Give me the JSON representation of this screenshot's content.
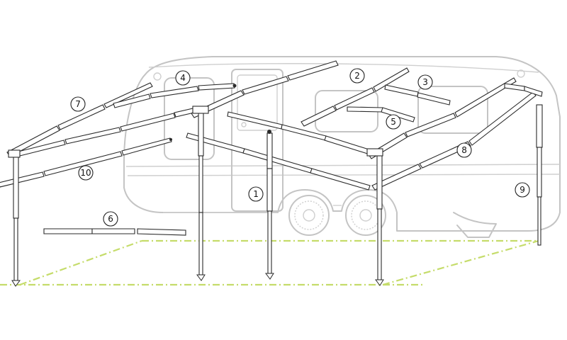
{
  "diagram": {
    "colors": {
      "pole_stroke": "#2a2a2a",
      "caravan_outline": "#c4c4c4",
      "ground_line": "#c5dc6a",
      "background": "#ffffff"
    },
    "part_markers": [
      {
        "id": "1",
        "label": "1"
      },
      {
        "id": "2",
        "label": "2"
      },
      {
        "id": "3",
        "label": "3"
      },
      {
        "id": "4",
        "label": "4"
      },
      {
        "id": "5",
        "label": "5"
      },
      {
        "id": "6",
        "label": "6"
      },
      {
        "id": "7",
        "label": "7"
      },
      {
        "id": "8",
        "label": "8"
      },
      {
        "id": "9",
        "label": "9"
      },
      {
        "id": "10",
        "label": "10"
      }
    ]
  }
}
